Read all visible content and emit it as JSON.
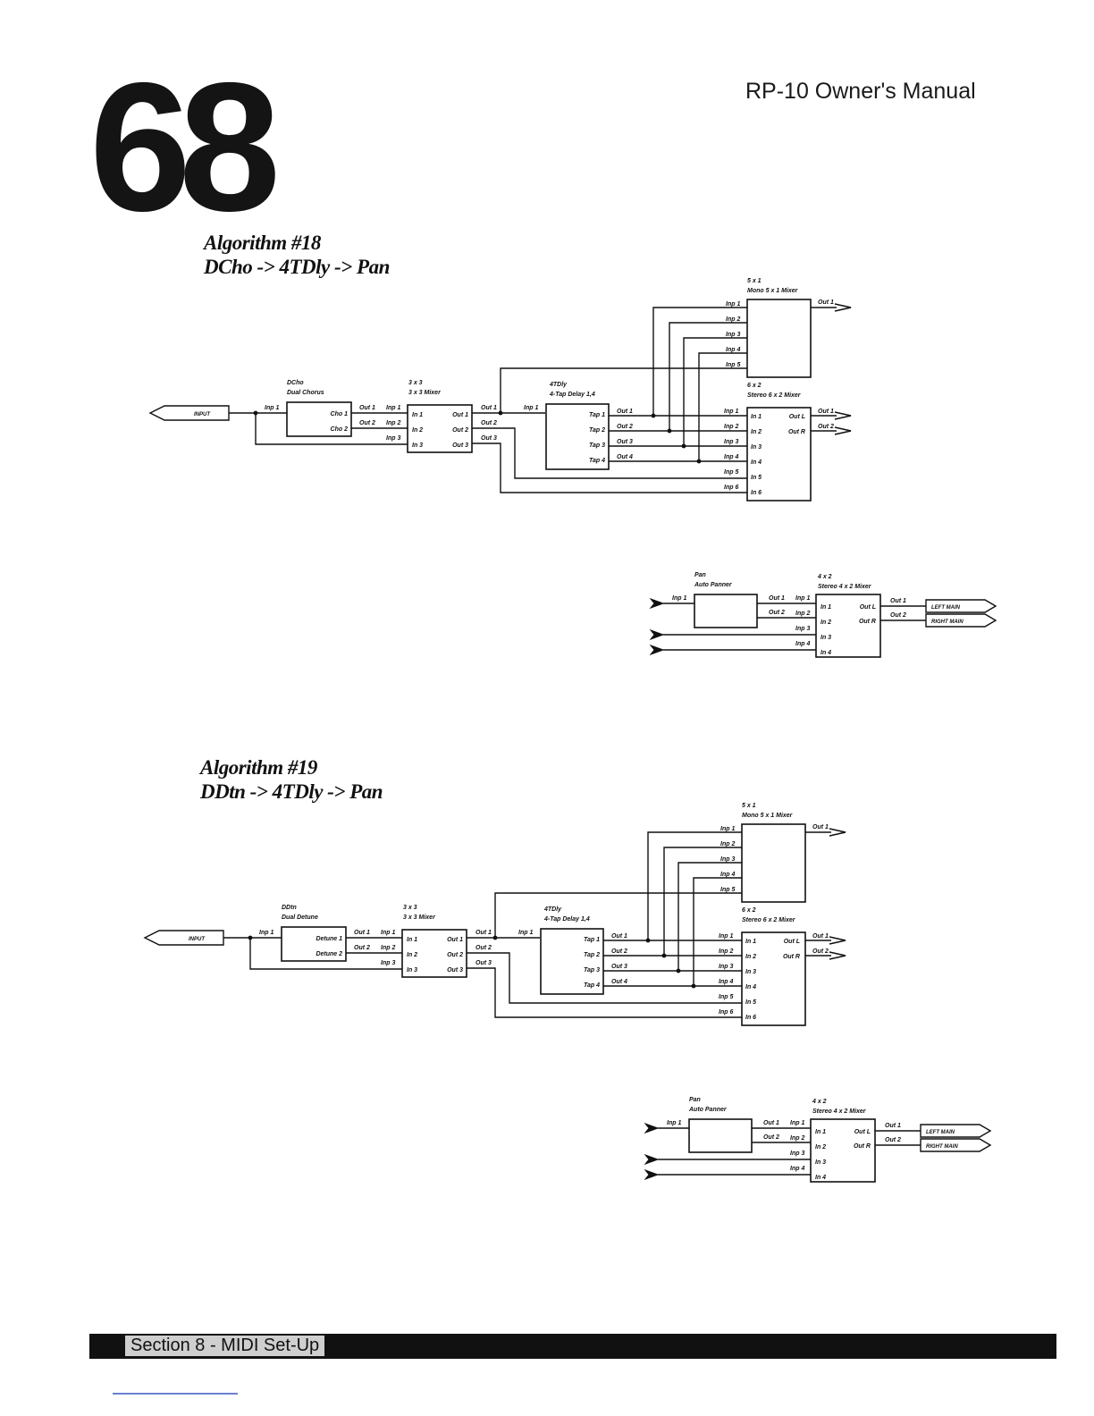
{
  "page_number": "68",
  "manual_title": "RP-10 Owner's Manual",
  "footer": {
    "section_label": "Section 8 - MIDI Set-Up"
  },
  "algorithms": [
    {
      "heading": "Algorithm #18",
      "chain": "DCho -> 4TDly -> Pan",
      "input_label": "INPUT",
      "effect1": {
        "short": "DCho",
        "name": "Dual Chorus",
        "inputs": [
          "Inp 1"
        ],
        "outputs": [
          "Cho 1",
          "Cho 2"
        ],
        "out_labels": [
          "Out 1",
          "Out 2"
        ]
      },
      "mixer3": {
        "short": "3 x 3",
        "name": "3 x 3 Mixer",
        "inp_labels": [
          "Inp 1",
          "Inp 2",
          "Inp 3"
        ],
        "in_labels": [
          "In 1",
          "In 2",
          "In 3"
        ],
        "out_labels": [
          "Out 1",
          "Out 2",
          "Out 3"
        ],
        "ext_out": [
          "Out 1",
          "Out 2",
          "Out 3"
        ]
      },
      "delay": {
        "short": "4TDly",
        "name": "4-Tap Delay 1,4",
        "inp_label": "Inp 1",
        "taps": [
          "Tap 1",
          "Tap 2",
          "Tap 3",
          "Tap 4"
        ],
        "out_labels": [
          "Out 1",
          "Out 2",
          "Out 3",
          "Out 4"
        ]
      },
      "mono": {
        "short": "5 x 1",
        "name": "Mono 5 x 1 Mixer",
        "inp_labels": [
          "Inp 1",
          "Inp 2",
          "Inp 3",
          "Inp 4",
          "Inp 5"
        ],
        "out_label": "Out 1"
      },
      "stereo6": {
        "short": "6 x 2",
        "name": "Stereo 6 x 2 Mixer",
        "inp_labels": [
          "Inp 1",
          "Inp 2",
          "Inp 3",
          "Inp 4",
          "Inp 5",
          "Inp 6"
        ],
        "in_labels": [
          "In 1",
          "In 2",
          "In 3",
          "In 4",
          "In 5",
          "In 6"
        ],
        "outs": [
          "Out L",
          "Out R"
        ],
        "ext_out": [
          "Out 1",
          "Out 2"
        ]
      },
      "pan": {
        "short": "Pan",
        "name": "Auto Panner",
        "inp_label": "Inp 1",
        "out_labels": [
          "Out 1",
          "Out 2"
        ]
      },
      "stereo4": {
        "short": "4 x 2",
        "name": "Stereo 4 x 2 Mixer",
        "inp_labels": [
          "Inp 1",
          "Inp 2",
          "Inp 3",
          "Inp 4"
        ],
        "in_labels": [
          "In 1",
          "In 2",
          "In 3",
          "In 4"
        ],
        "outs": [
          "Out L",
          "Out R"
        ],
        "ext_out": [
          "Out 1",
          "Out 2"
        ]
      },
      "outputs": [
        "LEFT MAIN",
        "RIGHT MAIN"
      ]
    },
    {
      "heading": "Algorithm #19",
      "chain": "DDtn -> 4TDly -> Pan",
      "input_label": "INPUT",
      "effect1": {
        "short": "DDtn",
        "name": "Dual Detune",
        "inputs": [
          "Inp 1"
        ],
        "outputs": [
          "Detune 1",
          "Detune 2"
        ],
        "out_labels": [
          "Out 1",
          "Out 2"
        ]
      },
      "mixer3": {
        "short": "3 x 3",
        "name": "3 x 3 Mixer",
        "inp_labels": [
          "Inp 1",
          "Inp 2",
          "Inp 3"
        ],
        "in_labels": [
          "In 1",
          "In 2",
          "In 3"
        ],
        "out_labels": [
          "Out 1",
          "Out 2",
          "Out 3"
        ],
        "ext_out": [
          "Out 1",
          "Out 2",
          "Out 3"
        ]
      },
      "delay": {
        "short": "4TDly",
        "name": "4-Tap Delay 1,4",
        "inp_label": "Inp 1",
        "taps": [
          "Tap 1",
          "Tap 2",
          "Tap 3",
          "Tap 4"
        ],
        "out_labels": [
          "Out 1",
          "Out 2",
          "Out 3",
          "Out 4"
        ]
      },
      "mono": {
        "short": "5 x 1",
        "name": "Mono 5 x 1 Mixer",
        "inp_labels": [
          "Inp 1",
          "Inp 2",
          "Inp 3",
          "Inp 4",
          "Inp 5"
        ],
        "out_label": "Out 1"
      },
      "stereo6": {
        "short": "6 x 2",
        "name": "Stereo 6 x 2 Mixer",
        "inp_labels": [
          "Inp 1",
          "Inp 2",
          "Inp 3",
          "Inp 4",
          "Inp 5",
          "Inp 6"
        ],
        "in_labels": [
          "In 1",
          "In 2",
          "In 3",
          "In 4",
          "In 5",
          "In 6"
        ],
        "outs": [
          "Out L",
          "Out R"
        ],
        "ext_out": [
          "Out 1",
          "Out 2"
        ]
      },
      "pan": {
        "short": "Pan",
        "name": "Auto Panner",
        "inp_label": "Inp 1",
        "out_labels": [
          "Out 1",
          "Out 2"
        ]
      },
      "stereo4": {
        "short": "4 x 2",
        "name": "Stereo 4 x 2 Mixer",
        "inp_labels": [
          "Inp 1",
          "Inp 2",
          "Inp 3",
          "Inp 4"
        ],
        "in_labels": [
          "In 1",
          "In 2",
          "In 3",
          "In 4"
        ],
        "outs": [
          "Out L",
          "Out R"
        ],
        "ext_out": [
          "Out 1",
          "Out 2"
        ]
      },
      "outputs": [
        "LEFT MAIN",
        "RIGHT MAIN"
      ]
    }
  ]
}
